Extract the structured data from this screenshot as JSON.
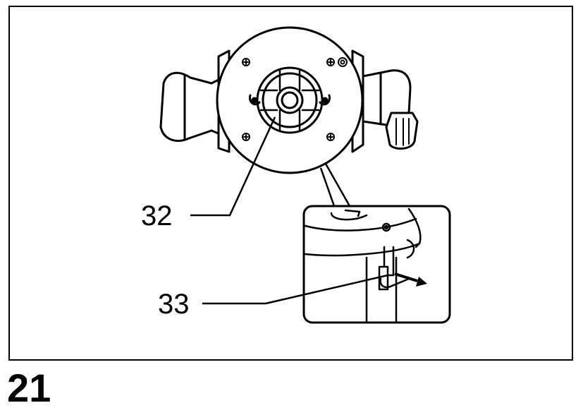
{
  "figure": {
    "number": "21",
    "callouts": [
      {
        "id": "32",
        "label": "32"
      },
      {
        "id": "33",
        "label": "33"
      }
    ]
  },
  "colors": {
    "line": "#000000",
    "background": "#ffffff"
  }
}
